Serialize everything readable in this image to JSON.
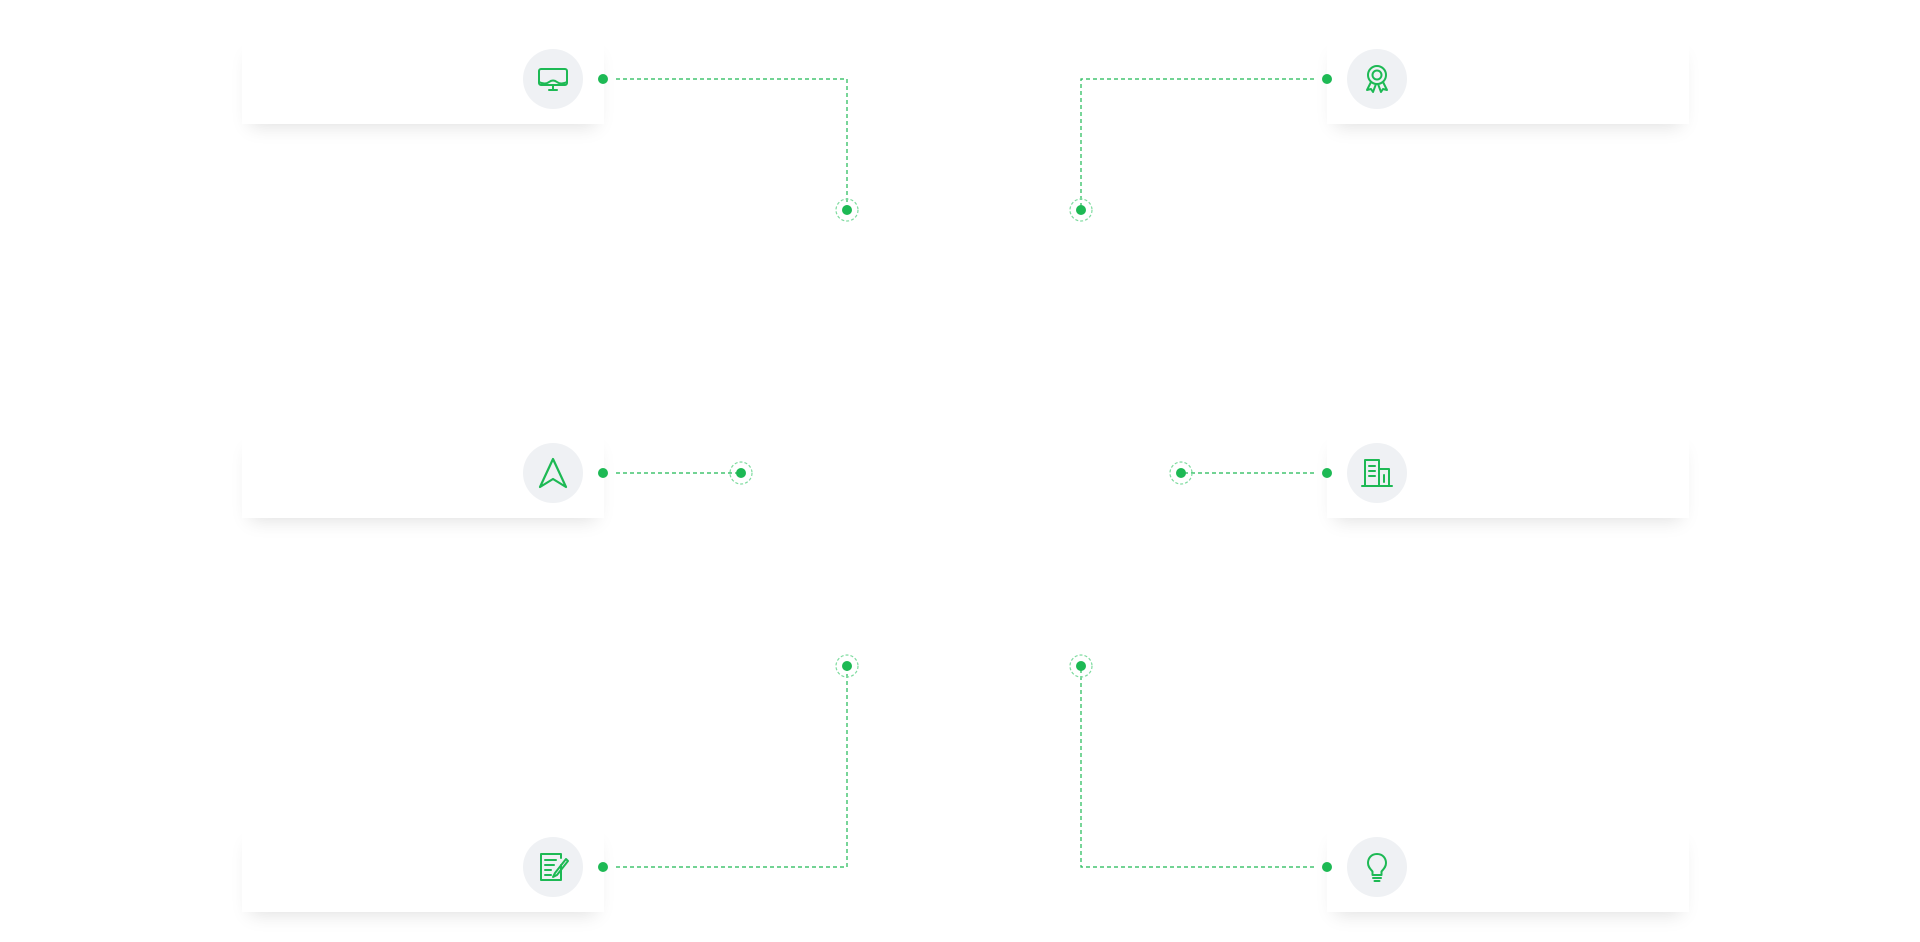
{
  "colors": {
    "accent": "#1db954",
    "accent_light": "#7edb9f",
    "icon_bg": "#eff1f4",
    "card_bg": "#ffffff"
  },
  "features": [
    {
      "id": "top-left",
      "icon": "monitor-icon"
    },
    {
      "id": "top-right",
      "icon": "award-ribbon-icon"
    },
    {
      "id": "middle-left",
      "icon": "navigation-arrow-icon"
    },
    {
      "id": "middle-right",
      "icon": "office-building-icon"
    },
    {
      "id": "bottom-left",
      "icon": "edit-document-icon"
    },
    {
      "id": "bottom-right",
      "icon": "lightbulb-icon"
    }
  ]
}
